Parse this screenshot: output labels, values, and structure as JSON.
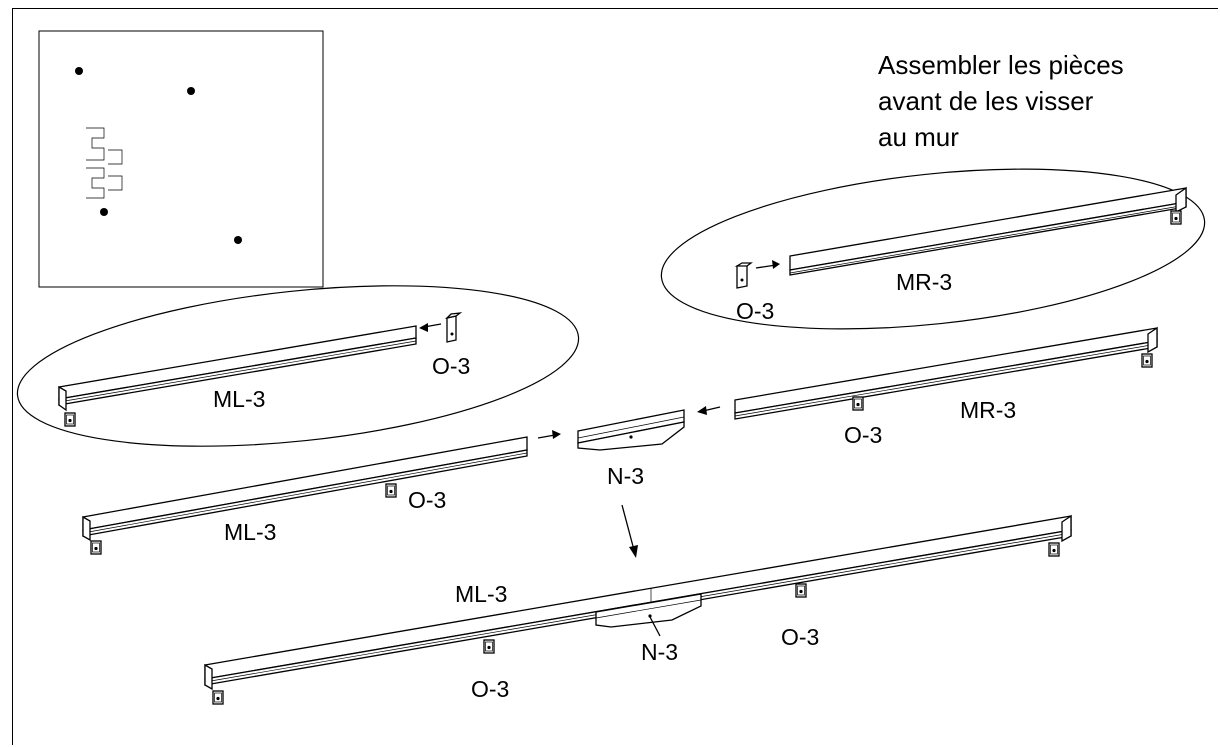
{
  "instruction": {
    "line1": "Assembler les pièces",
    "line2": "avant de les visser",
    "line3": "au mur"
  },
  "labels": {
    "top_right_rail": "MR-3",
    "top_right_bracket": "O-3",
    "top_left_rail": "ML-3",
    "top_left_bracket": "O-3",
    "mid_right_rail": "MR-3",
    "mid_right_bracket": "O-3",
    "mid_left_rail": "ML-3",
    "mid_left_bracket": "O-3",
    "connector": "N-3",
    "assembled_rail": "ML-3",
    "assembled_connector": "N-3",
    "assembled_bracket_left": "O-3",
    "assembled_bracket_right": "O-3"
  }
}
